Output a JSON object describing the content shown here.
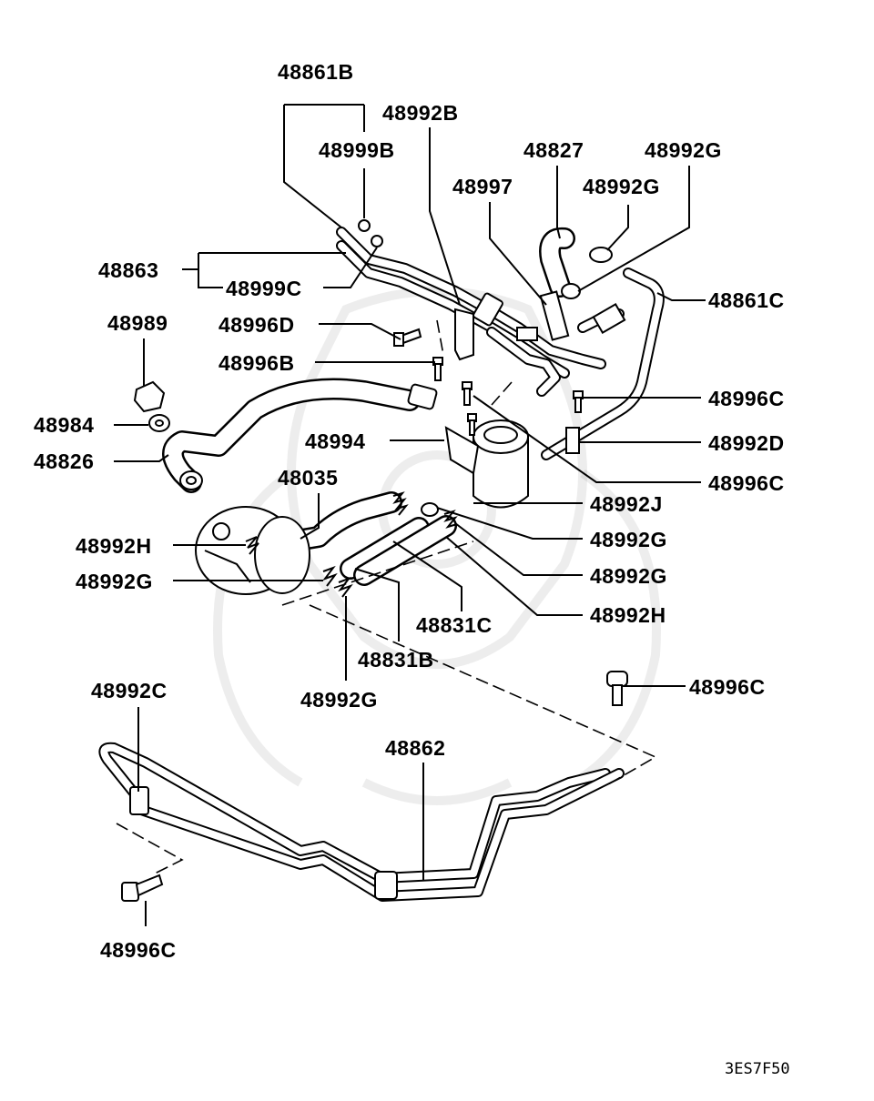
{
  "diagram": {
    "labels": {
      "l48861B": "48861B",
      "l48992B": "48992B",
      "l48999B": "48999B",
      "l48827": "48827",
      "l48992G_top": "48992G",
      "l48997": "48997",
      "l48992G_top2": "48992G",
      "l48863": "48863",
      "l48999C": "48999C",
      "l48861C": "48861C",
      "l48989": "48989",
      "l48996D": "48996D",
      "l48996B": "48996B",
      "l48996C_r1": "48996C",
      "l48984": "48984",
      "l48994": "48994",
      "l48992D": "48992D",
      "l48826": "48826",
      "l48996C_r2": "48996C",
      "l48035": "48035",
      "l48992J": "48992J",
      "l48992H_left": "48992H",
      "l48992G_r1": "48992G",
      "l48992G_r2": "48992G",
      "l48992G_left": "48992G",
      "l48831C": "48831C",
      "l48992H_right": "48992H",
      "l48831B": "48831B",
      "l48996C_r3": "48996C",
      "l48992C": "48992C",
      "l48992G_bottom": "48992G",
      "l48862": "48862",
      "l48996C_bottom": "48996C"
    },
    "diagram_code": "3ES7F50"
  }
}
